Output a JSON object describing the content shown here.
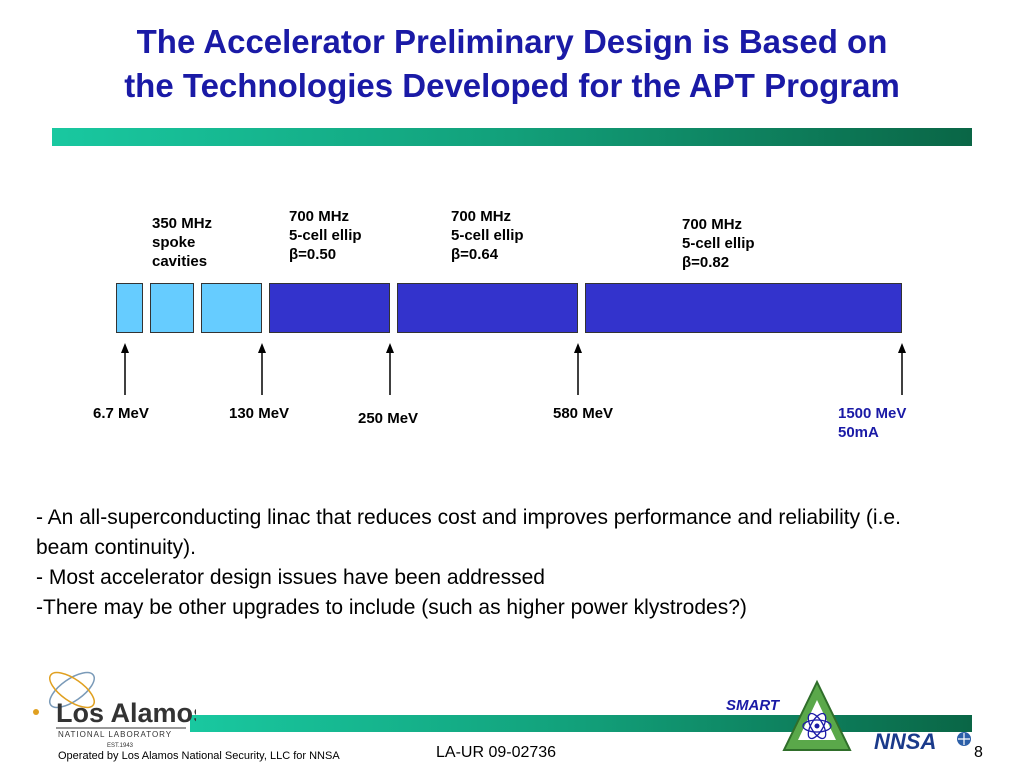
{
  "slide": {
    "title_line1": "The Accelerator Preliminary Design is Based on",
    "title_line2": "the Technologies Developed for the APT Program"
  },
  "diagram": {
    "section_labels": [
      {
        "line1": "350 MHz",
        "line2": "spoke",
        "line3": "cavities"
      },
      {
        "line1": "700 MHz",
        "line2": "5-cell ellip",
        "line3": "β=0.50"
      },
      {
        "line1": "700 MHz",
        "line2": "5-cell ellip",
        "line3": "β=0.64"
      },
      {
        "line1": "700 MHz",
        "line2": "5-cell ellip",
        "line3": "β=0.82"
      }
    ],
    "energy_labels": [
      {
        "text": "6.7 MeV"
      },
      {
        "text": "130 MeV"
      },
      {
        "text": "250 MeV"
      },
      {
        "text": "580 MeV"
      },
      {
        "text": "1500 MeV",
        "text2": "50mA"
      }
    ],
    "colors": {
      "spoke": "#66ccff",
      "ellip": "#3333cc",
      "final_label": "#1a1aa6"
    }
  },
  "bullets": {
    "b1": "- An all-superconducting linac that reduces cost and improves performance and reliability (i.e. beam continuity).",
    "b2": "-  Most accelerator design issues have been addressed",
    "b3": "-There may be other upgrades to include (such as higher power klystrodes?)"
  },
  "footer": {
    "logo_name": "Los Alamos",
    "logo_sub": "NATIONAL LABORATORY",
    "logo_est": "EST.1943",
    "operated": "Operated by Los Alamos National Security, LLC for NNSA",
    "report_id": "LA-UR 09-02736",
    "smart_label": "SMART",
    "nnsa_label": "NNSA",
    "page_number": "8"
  }
}
